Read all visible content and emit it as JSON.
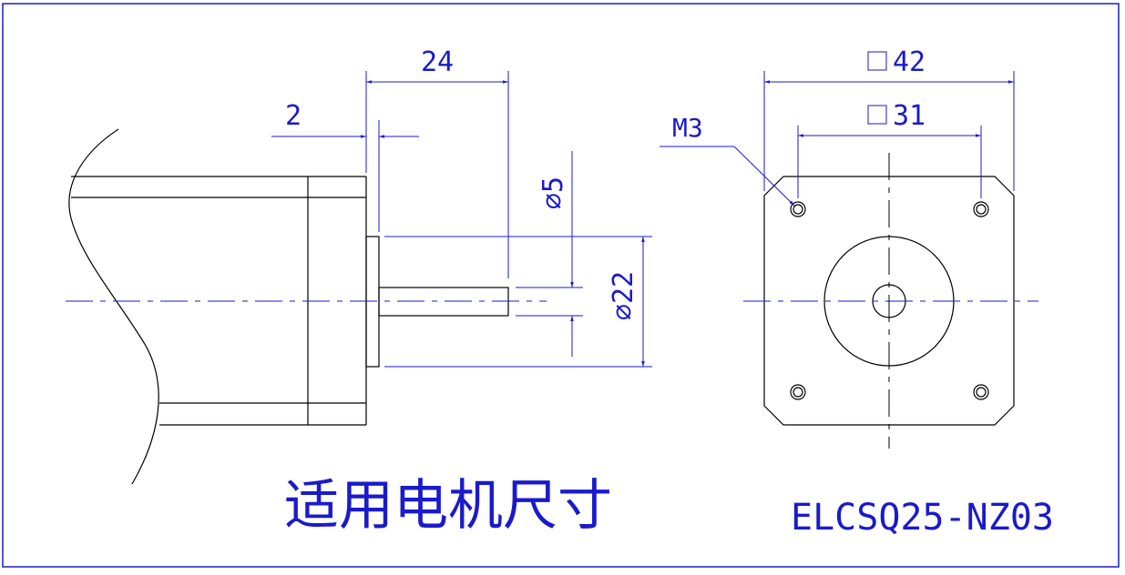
{
  "side_view": {
    "dim_shaft_length": "24",
    "dim_flange_thickness": "2",
    "dim_shaft_diameter": "⌀5",
    "dim_boss_diameter": "⌀22"
  },
  "front_view": {
    "dim_body_square": "42",
    "dim_hole_spacing": "31",
    "hole_thread": "M3"
  },
  "caption": {
    "title": "适用电机尺寸",
    "model": "ELCSQ25-NZ03"
  },
  "colors": {
    "dimension": "#1a1acc",
    "outline": "#000000",
    "border": "#1a1acc"
  }
}
